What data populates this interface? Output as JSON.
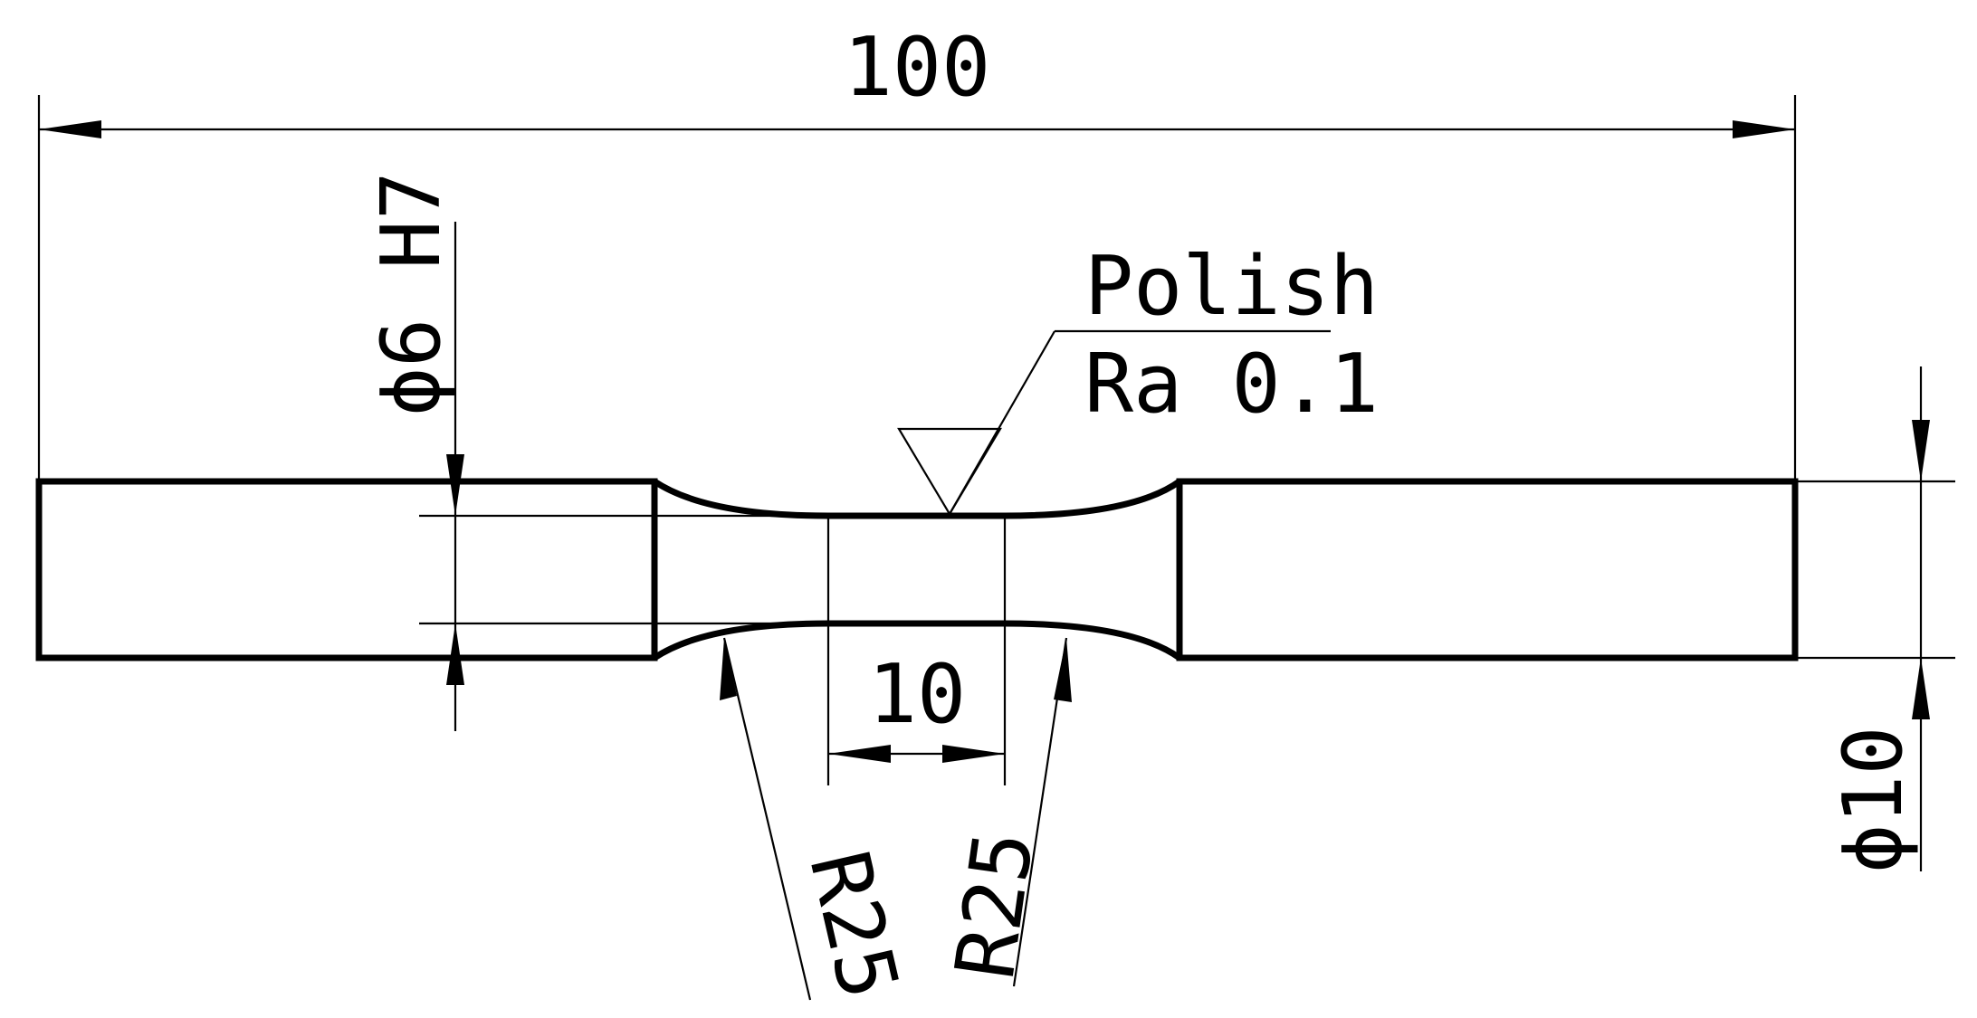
{
  "drawing": {
    "overall_length": "100",
    "hole_diameter": "ϕ6 H7",
    "surface_note_line1": "Polish",
    "surface_note_line2": "Ra 0.1",
    "gauge_length": "10",
    "radius_left": "R25",
    "radius_right": "R25",
    "end_diameter": "ϕ10"
  }
}
